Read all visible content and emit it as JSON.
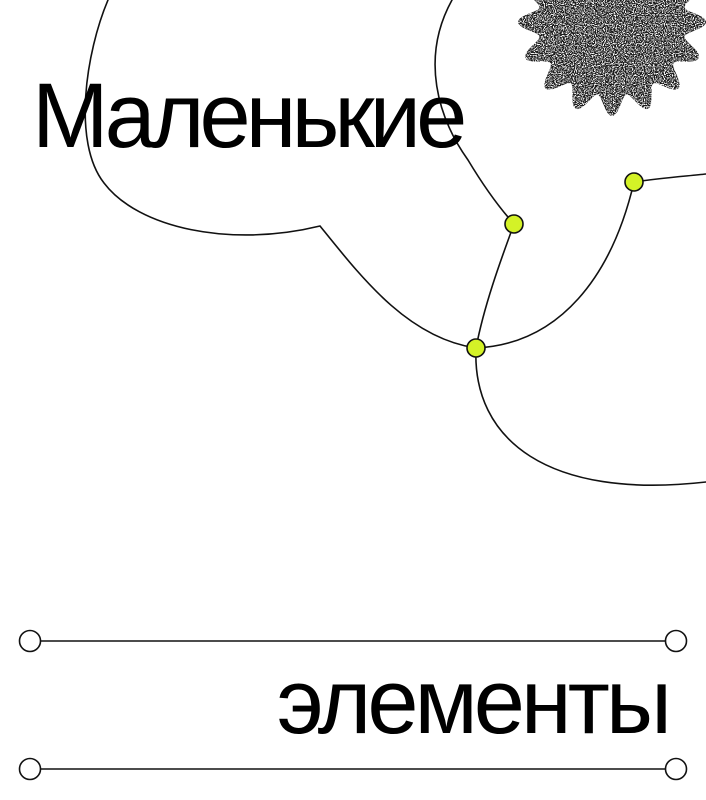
{
  "headline": {
    "line1": "Маленькие",
    "line2": "элементы"
  },
  "colors": {
    "background": "#ffffff",
    "ink": "#000000",
    "node_fill": "#d4f227",
    "blob": "#1a1a1a"
  },
  "icons": {
    "blob": "scalloped-textured-blob",
    "node": "circle-node",
    "rule_endpoint": "hollow-circle-endpoint"
  }
}
